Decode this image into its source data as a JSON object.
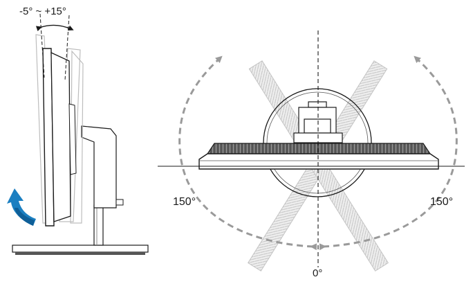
{
  "labels": {
    "tilt_range": "-5° ~ +15°",
    "swivel_left": "150°",
    "swivel_right": "150°",
    "swivel_zero": "0°"
  },
  "colors": {
    "line": "#1a1a1a",
    "dashed_arrow": "#9a9a9a",
    "ghost": "#c9c9c9",
    "tilt_arrow": "#1b7fc1",
    "tilt_arrow_dark": "#0f5f98"
  }
}
